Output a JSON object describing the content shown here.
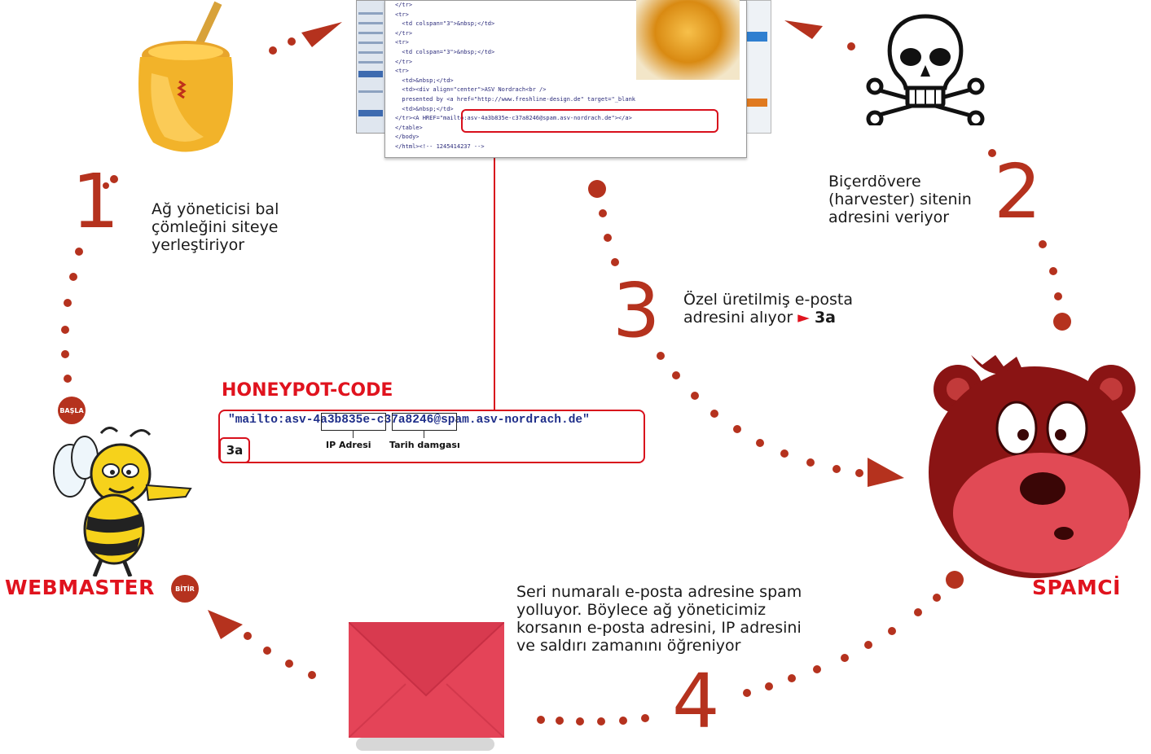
{
  "steps": [
    {
      "number": "1",
      "text": "Ağ yöneticisi bal\nçömleğini siteye\nyerleştiriyor"
    },
    {
      "number": "2",
      "text": "Biçerdövere\n(harvester) sitenin\nadresini veriyor"
    },
    {
      "number": "3",
      "text_line1": "Özel üretilmiş e-posta",
      "text_line2": "adresini alıyor",
      "arrow": "►",
      "ref": "3a"
    },
    {
      "number": "4",
      "text": "Seri numaralı e-posta adresine spam\nyolluyor. Böylece ağ yöneticimiz\nkorsanın e-posta adresini, IP adresini\nve saldırı zamanını öğreniyor"
    }
  ],
  "roles": {
    "webmaster": "WEBMASTER",
    "spammer": "SPAMCİ"
  },
  "badges": {
    "start": "BAŞLA",
    "end": "BİTİR"
  },
  "honeypot": {
    "title": "HONEYPOT-CODE",
    "code_prefix": "\"mailto:asv-",
    "code_ip": "4a3b835e",
    "code_sep": "-",
    "code_date": "c37a8246",
    "code_suffix": "@spam.asv-nordrach.de\"",
    "tag": "3a",
    "ip_label": "IP Adresi",
    "date_label": "Tarih damgası"
  },
  "code_screenshot": {
    "lines": [
      "</tr>",
      "<tr>",
      "  <td colspan=\"3\">&nbsp;</td>",
      "</tr>",
      "<tr>",
      "  <td colspan=\"3\">&nbsp;</td>",
      "</tr>",
      "<tr>",
      "  <td>&nbsp;</td>",
      "  <td><div align=\"center\">ASV Nordrach<br />",
      "  presented by <a href=\"http://www.freshline-design.de\" target=\"_blank",
      "  <td>&nbsp;</td>",
      "</tr><A HREF=\"mailto:asv-4a3b835e-c37a8246@spam.asv-nordrach.de\"></a>",
      "</table>",
      "</body>",
      "</html><!-- 1245414237 -->"
    ]
  },
  "icons": [
    "honey-jar-icon",
    "skull-crossbones-icon",
    "bee-mascot-icon",
    "bear-mascot-icon",
    "envelope-icon"
  ],
  "colors": {
    "accent_red": "#e0131e",
    "dot_brown": "#b5321e"
  }
}
